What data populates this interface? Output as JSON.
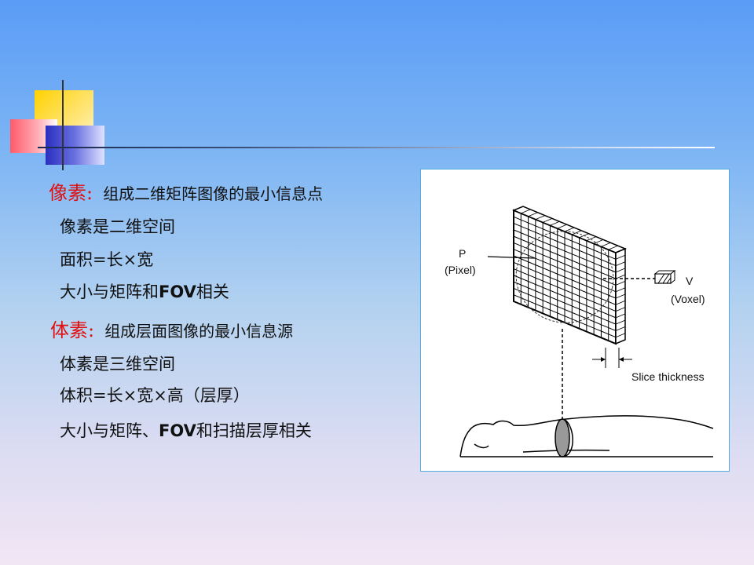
{
  "pixel": {
    "heading": "像素:",
    "definition": "组成二维矩阵图像的最小信息点",
    "points": [
      {
        "text": "像素是二维空间"
      },
      {
        "text": "面积=长×宽"
      },
      {
        "text_pre": "大小与矩阵和",
        "latin": "FOV",
        "text_post": "相关"
      }
    ]
  },
  "voxel": {
    "heading": "体素:",
    "definition": "组成层面图像的最小信息源",
    "points": [
      {
        "text": "体素是三维空间"
      },
      {
        "text": "体积=长×宽×高（层厚）"
      },
      {
        "text_pre": "大小与矩阵、",
        "latin": "FOV",
        "text_post": "和扫描层厚相关"
      }
    ]
  },
  "figure": {
    "pixel_label": "P",
    "pixel_sub": "(Pixel)",
    "voxel_label": "V",
    "voxel_sub": "(Voxel)",
    "thickness_label": "Slice thickness"
  },
  "colors": {
    "heading": "#e01010",
    "text": "#111111"
  }
}
